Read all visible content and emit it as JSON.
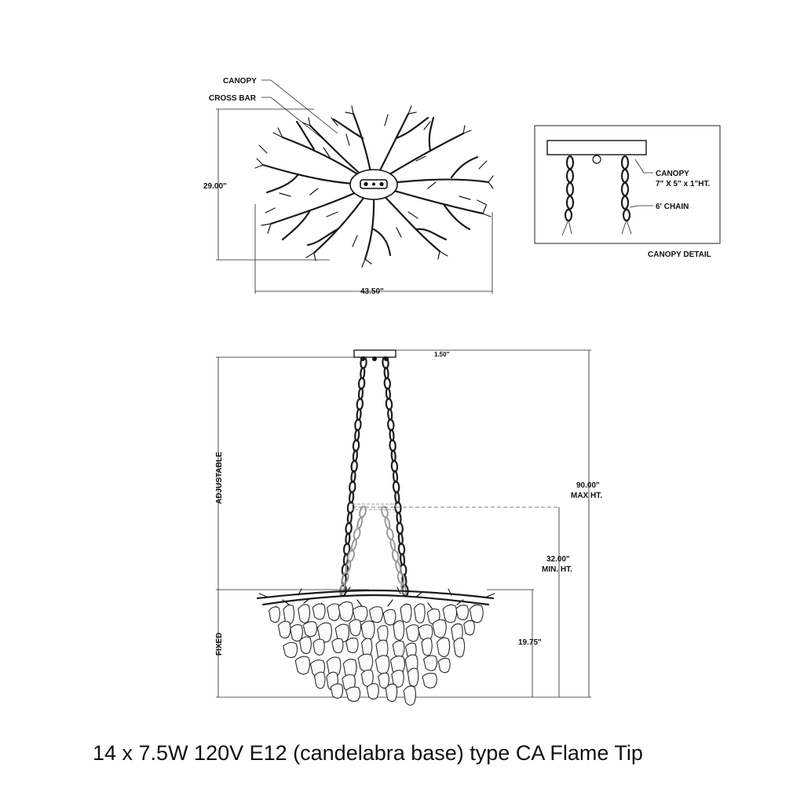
{
  "top_view": {
    "canopy_label": "CANOPY",
    "crossbar_label": "CROSS BAR",
    "height_dim": "29.00\"",
    "width_dim": "43.50\""
  },
  "canopy_detail": {
    "canopy_label": "CANOPY",
    "canopy_size": "7\" X 5\" x 1\"HT.",
    "chain_label": "6' CHAIN",
    "caption": "CANOPY DETAIL"
  },
  "side_view": {
    "canopy_thickness": "1.50\"",
    "adjustable_label": "ADJUSTABLE",
    "fixed_label": "FIXED",
    "max_height_value": "90.00\"",
    "max_height_label": "MAX HT.",
    "min_height_value": "32.00\"",
    "min_height_label": "MIN. HT.",
    "body_height": "19.75\""
  },
  "footer": {
    "lamp_spec": "14 x 7.5W 120V E12 (candelabra base) type CA Flame Tip"
  }
}
